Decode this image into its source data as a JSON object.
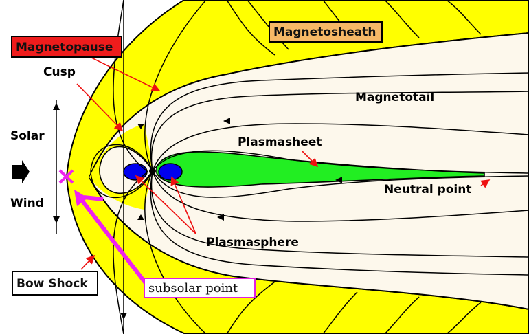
{
  "labels": {
    "magnetopause": "Magnetopause",
    "magnetosheath": "Magnetosheath",
    "cusp": "Cusp",
    "magnetotail": "Magnetotail",
    "solar": "Solar",
    "wind": "Wind",
    "plasmasheet": "Plasmasheet",
    "neutral_point": "Neutral point",
    "plasmasphere": "Plasmasphere",
    "bow_shock": "Bow Shock",
    "subsolar_point": "subsolar point"
  },
  "colors": {
    "magnetosheath_fill": "#ffff00",
    "magnetosphere_fill": "#fdf8ec",
    "plasmasheet_fill": "#22ee22",
    "plasmasphere_fill": "#0000ee",
    "pointer_red": "#ee1111",
    "subsolar_magenta": "#ee22ee",
    "magnetopause_box": "#ee1c1c",
    "magnetosheath_box": "#f6b866"
  }
}
